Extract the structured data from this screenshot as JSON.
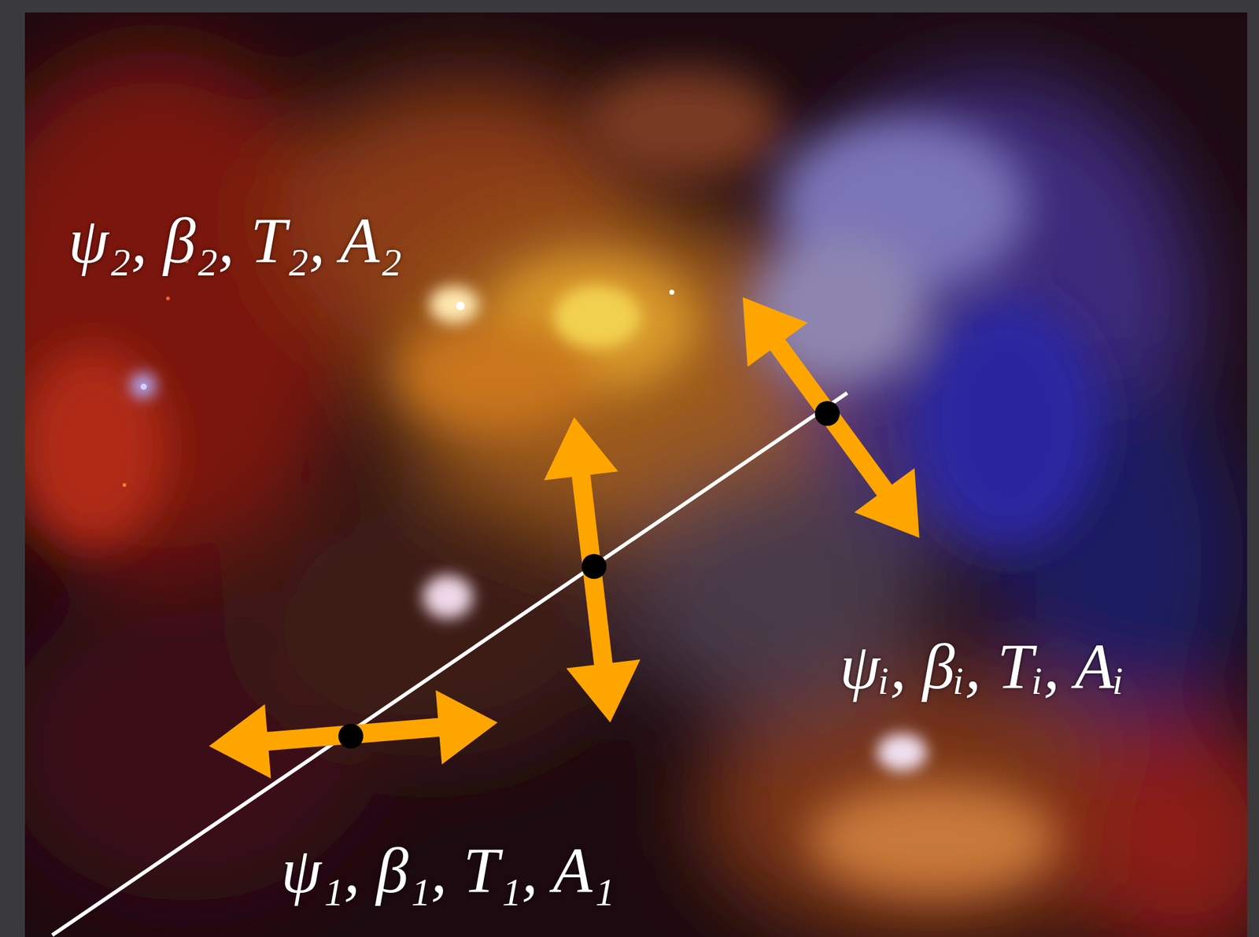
{
  "diagram": {
    "labels": [
      "ψ₂, β₂, T₂, A₂",
      "ψᵢ, βᵢ, Tᵢ, Aᵢ",
      "ψ₁, β₁, T₁, A₁"
    ]
  }
}
